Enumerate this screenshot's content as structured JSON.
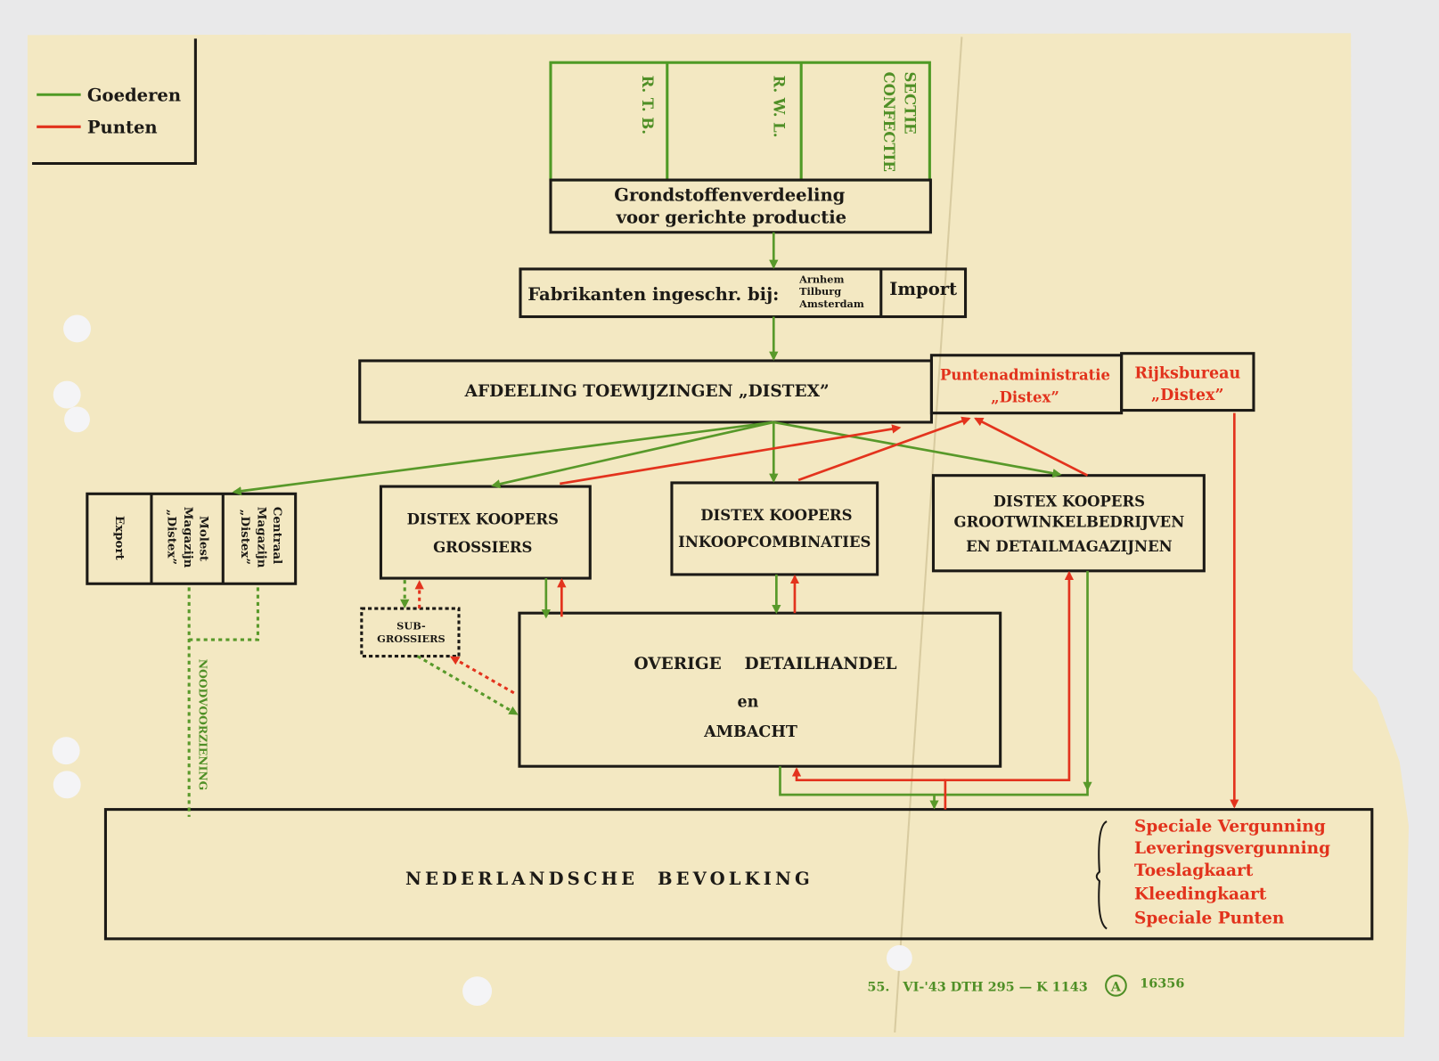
{
  "legend": {
    "goods": "Goederen",
    "points": "Punten"
  },
  "colors": {
    "goods": "#4f9a25",
    "points": "#e2321c",
    "ink": "#1c1a16",
    "paper": "#f4e9c3"
  },
  "top_sections": [
    "R. T. B.",
    "R. W. L.",
    "SECTIE",
    "CONFECTIE"
  ],
  "grondstoffen": {
    "line1": "Grondstoffenverdeeling",
    "line2": "voor gerichte productie"
  },
  "fabrikanten": {
    "label": "Fabrikanten ingeschr. bij:",
    "cities": [
      "Arnhem",
      "Tilburg",
      "Amsterdam"
    ],
    "import": "Import"
  },
  "afdeeling": "AFDEELING TOEWIJZINGEN „DISTEX”",
  "puntenadmin": {
    "line1": "Puntenadministratie",
    "line2": "„Distex”"
  },
  "rijksbureau": {
    "line1": "Rijksbureau",
    "line2": "„Distex”"
  },
  "left_box": {
    "export": "Export",
    "molest": [
      "Molest",
      "Magazijn",
      "„Distex”"
    ],
    "centraal": [
      "Centraal",
      "Magazijn",
      "„Distex”"
    ]
  },
  "grossiers": {
    "line1": "DISTEX  KOOPERS",
    "line2": "GROSSIERS"
  },
  "inkoop": {
    "line1": "DISTEX  KOOPERS",
    "line2": "INKOOPCOMBINATIES"
  },
  "grootwinkel": {
    "line1": "DISTEX  KOOPERS",
    "line2": "GROOTWINKELBEDRIJVEN",
    "line3": "EN  DETAILMAGAZIJNEN"
  },
  "subgrossiers": {
    "line1": "SUB-",
    "line2": "GROSSIERS"
  },
  "overige": {
    "line1": "OVERIGE    DETAILHANDEL",
    "line2": "en",
    "line3": "AMBACHT"
  },
  "noodvoorziening": "NOODVOORZIENING",
  "bevolking": "NEDERLANDSCHE  BEVOLKING",
  "permits": [
    "Speciale Vergunning",
    "Leveringsvergunning",
    "Toeslagkaart",
    "Kleedingkaart",
    "Speciale Punten"
  ],
  "footer": {
    "code": "55.   VI-'43 DTH 295 — K 1143",
    "number": "16356"
  }
}
